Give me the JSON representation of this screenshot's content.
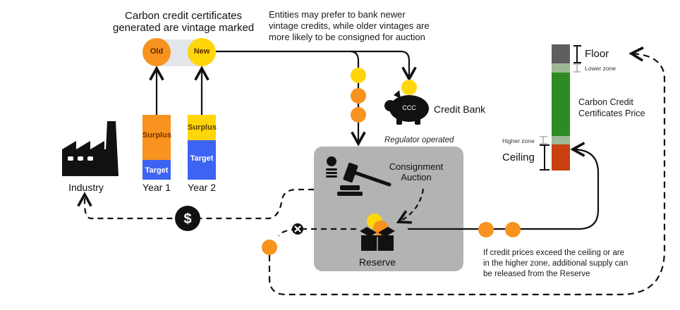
{
  "top": {
    "vintage_heading_line1": "Carbon credit certificates",
    "vintage_heading_line2": "generated are vintage marked",
    "entities_note_line1": "Entities may prefer to bank newer",
    "entities_note_line2": "vintage credits, while older vintages are",
    "entities_note_line3": "more likely to be consigned for auction"
  },
  "vintages": {
    "old_label": "Old",
    "new_label": "New"
  },
  "years": [
    {
      "label": "Year 1",
      "surplus_label": "Surplus",
      "target_label": "Target",
      "surplus_color": "#F7931E",
      "target_color": "#3D63F2"
    },
    {
      "label": "Year 2",
      "surplus_label": "Surplus",
      "target_label": "Target",
      "surplus_color": "#FFD60A",
      "target_color": "#3D63F2"
    }
  ],
  "industry": {
    "label": "Industry"
  },
  "credit_bank": {
    "label": "Credit Bank",
    "piggy_text": "CCC"
  },
  "regulator": {
    "caption": "Regulator operated",
    "auction_line1": "Consignment",
    "auction_line2": "Auction",
    "reserve_label": "Reserve"
  },
  "price_bar": {
    "title_line1": "Carbon Credit",
    "title_line2": "Certificates Price",
    "floor_label": "Floor",
    "lower_zone_label": "Lower zone",
    "higher_zone_label": "Higher zone",
    "ceiling_label": "Ceiling",
    "floor_color": "#5F5F5F",
    "zone_color": "#9DB894",
    "main_color": "#2E8B22",
    "ceiling_color": "#C8410E"
  },
  "release_note": {
    "line1": "If credit prices exceed the ceiling or are",
    "line2": "in the higher zone, additional supply can",
    "line3": "be released from the Reserve"
  },
  "icons": {
    "payment": "dollar-icon",
    "blocked": "x-circle-icon"
  },
  "colors": {
    "old_vintage": "#F7931E",
    "new_vintage": "#FFD60A",
    "reserve_box": "#B3B3B3",
    "connector": "#111111"
  }
}
